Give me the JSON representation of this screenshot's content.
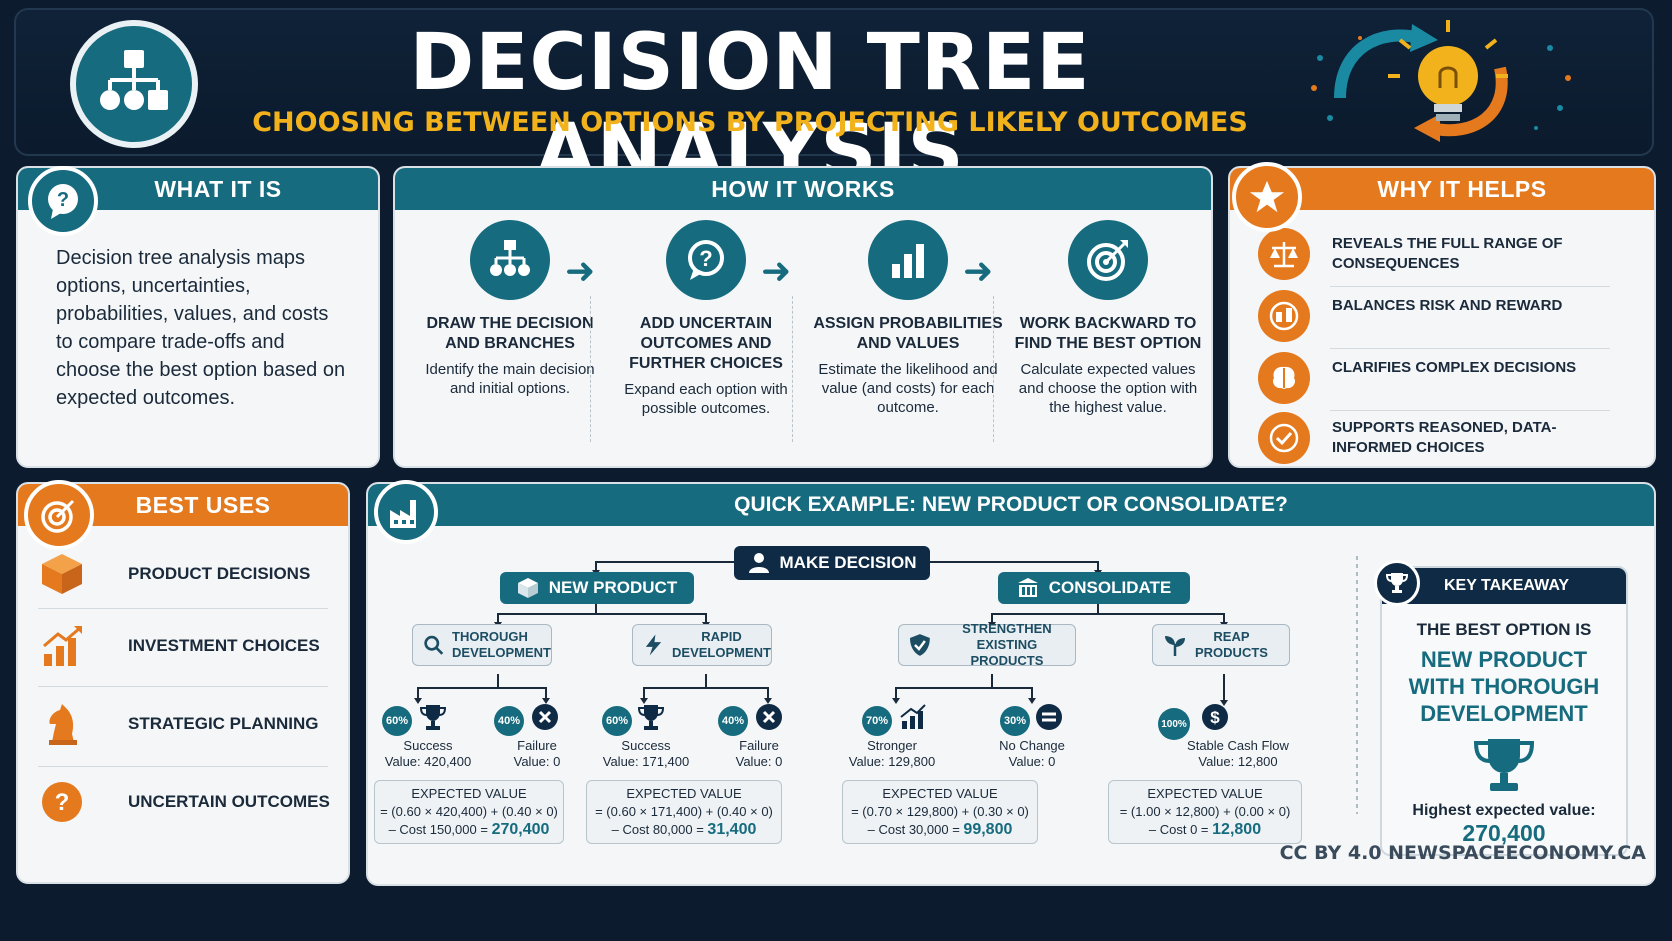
{
  "header": {
    "title": "DECISION TREE ANALYSIS",
    "subtitle": "CHOOSING BETWEEN OPTIONS BY PROJECTING LIKELY OUTCOMES"
  },
  "what_it_is": {
    "heading": "WHAT IT IS",
    "text": "Decision tree analysis maps options, uncertainties, probabilities, values, and costs to compare trade-offs and choose the best option based on expected outcomes."
  },
  "how_it_works": {
    "heading": "HOW IT WORKS",
    "steps": [
      {
        "title": "DRAW THE DECISION AND BRANCHES",
        "desc": "Identify the main decision and initial options.",
        "icon": "hierarchy-icon"
      },
      {
        "title": "ADD UNCERTAIN OUTCOMES AND FURTHER CHOICES",
        "desc": "Expand each option with possible outcomes.",
        "icon": "question-bubble-icon"
      },
      {
        "title": "ASSIGN PROBABILITIES AND VALUES",
        "desc": "Estimate the likelihood and value (and costs) for each outcome.",
        "icon": "bar-chart-icon"
      },
      {
        "title": "WORK BACKWARD TO FIND THE BEST OPTION",
        "desc": "Calculate expected values and choose the option with the highest value.",
        "icon": "target-icon"
      }
    ]
  },
  "why_it_helps": {
    "heading": "WHY IT HELPS",
    "items": [
      {
        "text": "REVEALS THE FULL RANGE OF CONSEQUENCES",
        "icon": "scale-icon"
      },
      {
        "text": "BALANCES RISK AND REWARD",
        "icon": "balance-icon"
      },
      {
        "text": "CLARIFIES COMPLEX DECISIONS",
        "icon": "brain-icon"
      },
      {
        "text": "SUPPORTS REASONED, DATA-INFORMED CHOICES",
        "icon": "check-icon"
      }
    ]
  },
  "best_uses": {
    "heading": "BEST USES",
    "items": [
      {
        "text": "PRODUCT DECISIONS",
        "icon": "box-icon"
      },
      {
        "text": "INVESTMENT CHOICES",
        "icon": "growth-chart-icon"
      },
      {
        "text": "STRATEGIC PLANNING",
        "icon": "chess-knight-icon"
      },
      {
        "text": "UNCERTAIN OUTCOMES",
        "icon": "question-icon"
      }
    ]
  },
  "example": {
    "heading": "QUICK EXAMPLE: NEW PRODUCT OR CONSOLIDATE?",
    "root": "MAKE DECISION",
    "options": [
      {
        "label": "NEW PRODUCT",
        "icon": "box-icon"
      },
      {
        "label": "CONSOLIDATE",
        "icon": "building-icon"
      }
    ],
    "branches": [
      {
        "label_line1": "THOROUGH",
        "label_line2": "DEVELOPMENT",
        "icon": "search-icon",
        "outcomes": [
          {
            "prob": "60%",
            "name": "Success",
            "value": "Value: 420,400",
            "icon": "trophy-icon"
          },
          {
            "prob": "40%",
            "name": "Failure",
            "value": "Value: 0",
            "icon": "x-circle-icon"
          }
        ],
        "ev_title": "EXPECTED VALUE",
        "ev_line1": "= (0.60 × 420,400) + (0.40 × 0)",
        "ev_line2": "– Cost 150,000 =",
        "ev_result": "270,400"
      },
      {
        "label_line1": "RAPID",
        "label_line2": "DEVELOPMENT",
        "icon": "lightning-icon",
        "outcomes": [
          {
            "prob": "60%",
            "name": "Success",
            "value": "Value: 171,400",
            "icon": "trophy-icon"
          },
          {
            "prob": "40%",
            "name": "Failure",
            "value": "Value: 0",
            "icon": "x-circle-icon"
          }
        ],
        "ev_title": "EXPECTED VALUE",
        "ev_line1": "= (0.60 × 171,400) + (0.40 × 0)",
        "ev_line2": "– Cost 80,000 =",
        "ev_result": "31,400"
      },
      {
        "label_line1": "STRENGTHEN",
        "label_line2": "EXISTING PRODUCTS",
        "icon": "shield-icon",
        "outcomes": [
          {
            "prob": "70%",
            "name": "Stronger",
            "value": "Value: 129,800",
            "icon": "growth-icon"
          },
          {
            "prob": "30%",
            "name": "No Change",
            "value": "Value: 0",
            "icon": "minus-circle-icon"
          }
        ],
        "ev_title": "EXPECTED VALUE",
        "ev_line1": "= (0.70 × 129,800) + (0.30 × 0)",
        "ev_line2": "– Cost 30,000 =",
        "ev_result": "99,800"
      },
      {
        "label_line1": "REAP",
        "label_line2": "PRODUCTS",
        "icon": "sprout-icon",
        "outcomes": [
          {
            "prob": "100%",
            "name": "Stable Cash Flow",
            "value": "Value: 12,800",
            "icon": "dollar-icon"
          }
        ],
        "ev_title": "EXPECTED VALUE",
        "ev_line1": "= (1.00 × 12,800) + (0.00 × 0)",
        "ev_line2": "– Cost 0 =",
        "ev_result": "12,800"
      }
    ],
    "takeaway": {
      "heading": "KEY TAKEAWAY",
      "intro": "THE BEST OPTION IS",
      "best": "NEW PRODUCT WITH THOROUGH DEVELOPMENT",
      "highest_label": "Highest expected value:",
      "highest_value": "270,400"
    }
  },
  "credit": "CC BY 4.0 NEWSPACEECONOMY.CA",
  "colors": {
    "teal": "#166b7e",
    "orange": "#e5791d",
    "navy": "#0c1b2e",
    "gold": "#f2b21c"
  }
}
